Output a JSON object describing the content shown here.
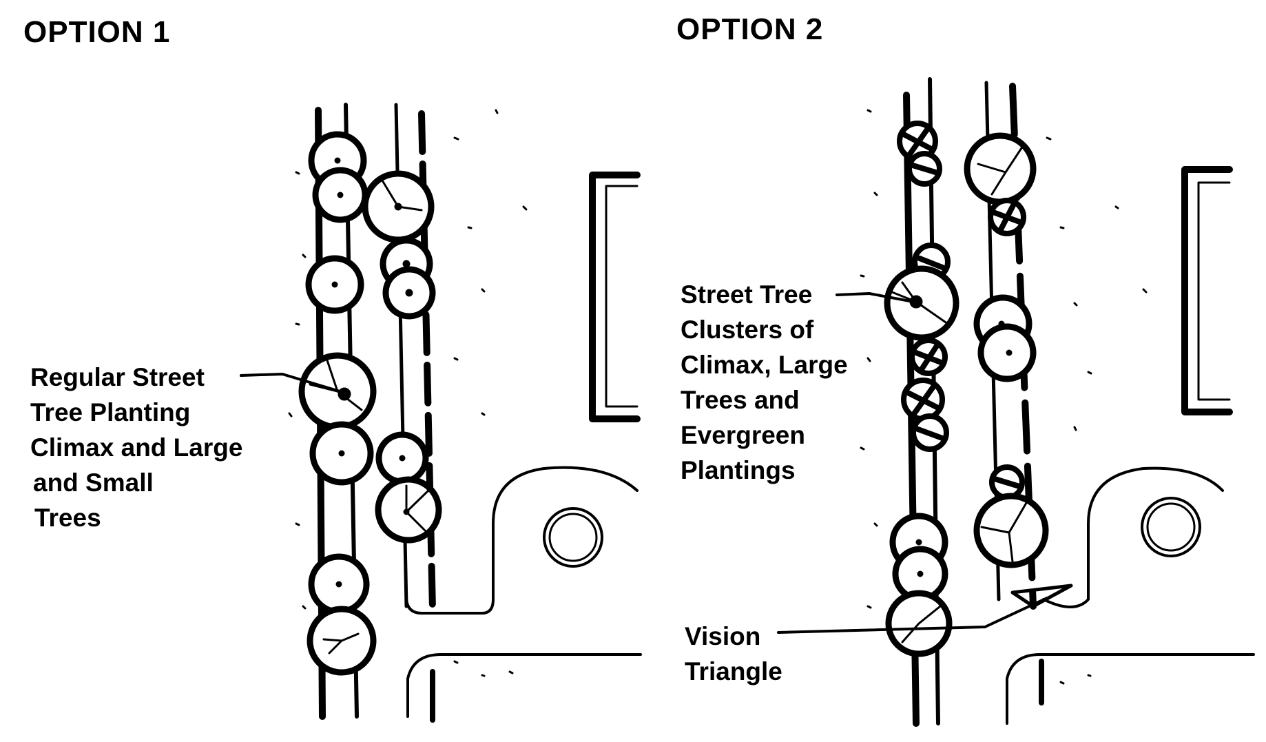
{
  "option1": {
    "title": "OPTION 1",
    "label_lines": [
      "Regular Street",
      "Tree Planting",
      "Climax and Large",
      "and Small",
      "Trees"
    ]
  },
  "option2": {
    "title": "OPTION 2",
    "label_lines": [
      "Street Tree",
      "Clusters of",
      "Climax, Large",
      "Trees and",
      "Evergreen",
      "Plantings"
    ],
    "vision_label_lines": [
      "Vision",
      "Triangle"
    ]
  },
  "colors": {
    "ink": "#000000",
    "paper": "#ffffff"
  }
}
